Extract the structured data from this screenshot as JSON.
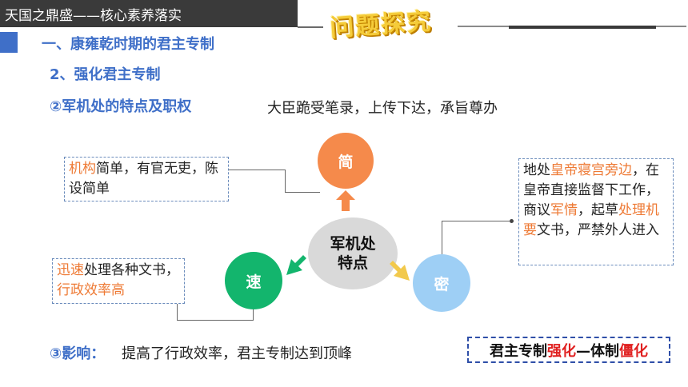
{
  "header": {
    "title": "天国之鼎盛——核心素养落实",
    "badge": "问题探究"
  },
  "section": {
    "title": "一、康雍乾时期的君主专制",
    "subtitle": "2、强化君主专制",
    "point_title": "②军机处的特点及职权",
    "point_desc": "大臣跪受笔录，上传下达，承旨尊办"
  },
  "diagram": {
    "center_line1": "军机处",
    "center_line2": "特点",
    "jian": "简",
    "su": "速",
    "mi": "密",
    "jian_box": {
      "hl": "机构",
      "rest": "简单，有官无吏，陈设简单"
    },
    "su_box": {
      "hl1": "迅速",
      "mid": "处理各种文书，",
      "hl2": "行政效率高"
    },
    "mi_box": {
      "p1": "地处",
      "hl1": "皇帝寝宫旁边",
      "p2": "，在皇帝直接监督下工作，商议",
      "hl2": "军情",
      "p3": "，起草",
      "hl3": "处理机要",
      "p4": "文书，严禁外人进入"
    }
  },
  "impact": {
    "label": "③影响：",
    "text": "提高了行政效率，君主专制达到顶峰"
  },
  "conclusion": {
    "p1": "君主专制",
    "red1": "强化",
    "p2": "—体制",
    "red2": "僵化"
  },
  "colors": {
    "accent_blue": "#3f6fc8",
    "orange": "#f58a4b",
    "green": "#13b56d",
    "light_blue": "#9ecff5",
    "highlight": "#ee7a35",
    "red": "#e02020"
  }
}
